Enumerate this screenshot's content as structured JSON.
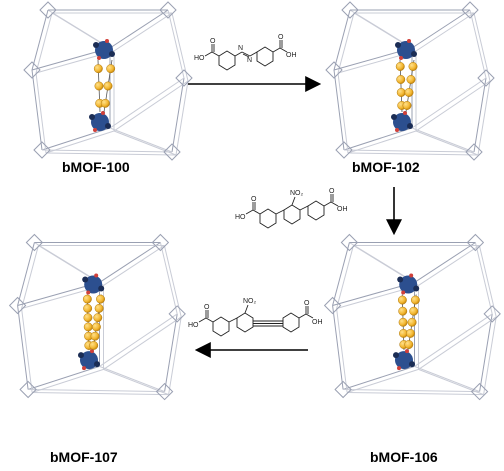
{
  "frameworks": [
    {
      "id": "bmof100",
      "label": "bMOF-100",
      "linker_count": 3
    },
    {
      "id": "bmof102",
      "label": "bMOF-102",
      "linker_count": 4
    },
    {
      "id": "bmof106",
      "label": "bMOF-106",
      "linker_count": 5
    },
    {
      "id": "bmof107",
      "label": "bMOF-107",
      "linker_count": 6
    }
  ],
  "linker_1": {
    "atom_HO": "HO",
    "atom_OH": "OH",
    "atom_O1": "O",
    "atom_O2": "O",
    "atom_N1": "N",
    "atom_N2": "N"
  },
  "linker_2": {
    "atom_HO": "HO",
    "atom_OH": "OH",
    "atom_O1": "O",
    "atom_O2": "O",
    "group_NO2": "NO₂"
  },
  "linker_3": {
    "atom_HO": "HO",
    "atom_OH": "OH",
    "atom_O1": "O",
    "atom_O2": "O",
    "group_NO2": "NO₂"
  },
  "colors": {
    "cage": "#9aa0b2",
    "cluster": "#2c4f8f",
    "linker_sphere": "#f2b630",
    "arrow": "#000000"
  }
}
